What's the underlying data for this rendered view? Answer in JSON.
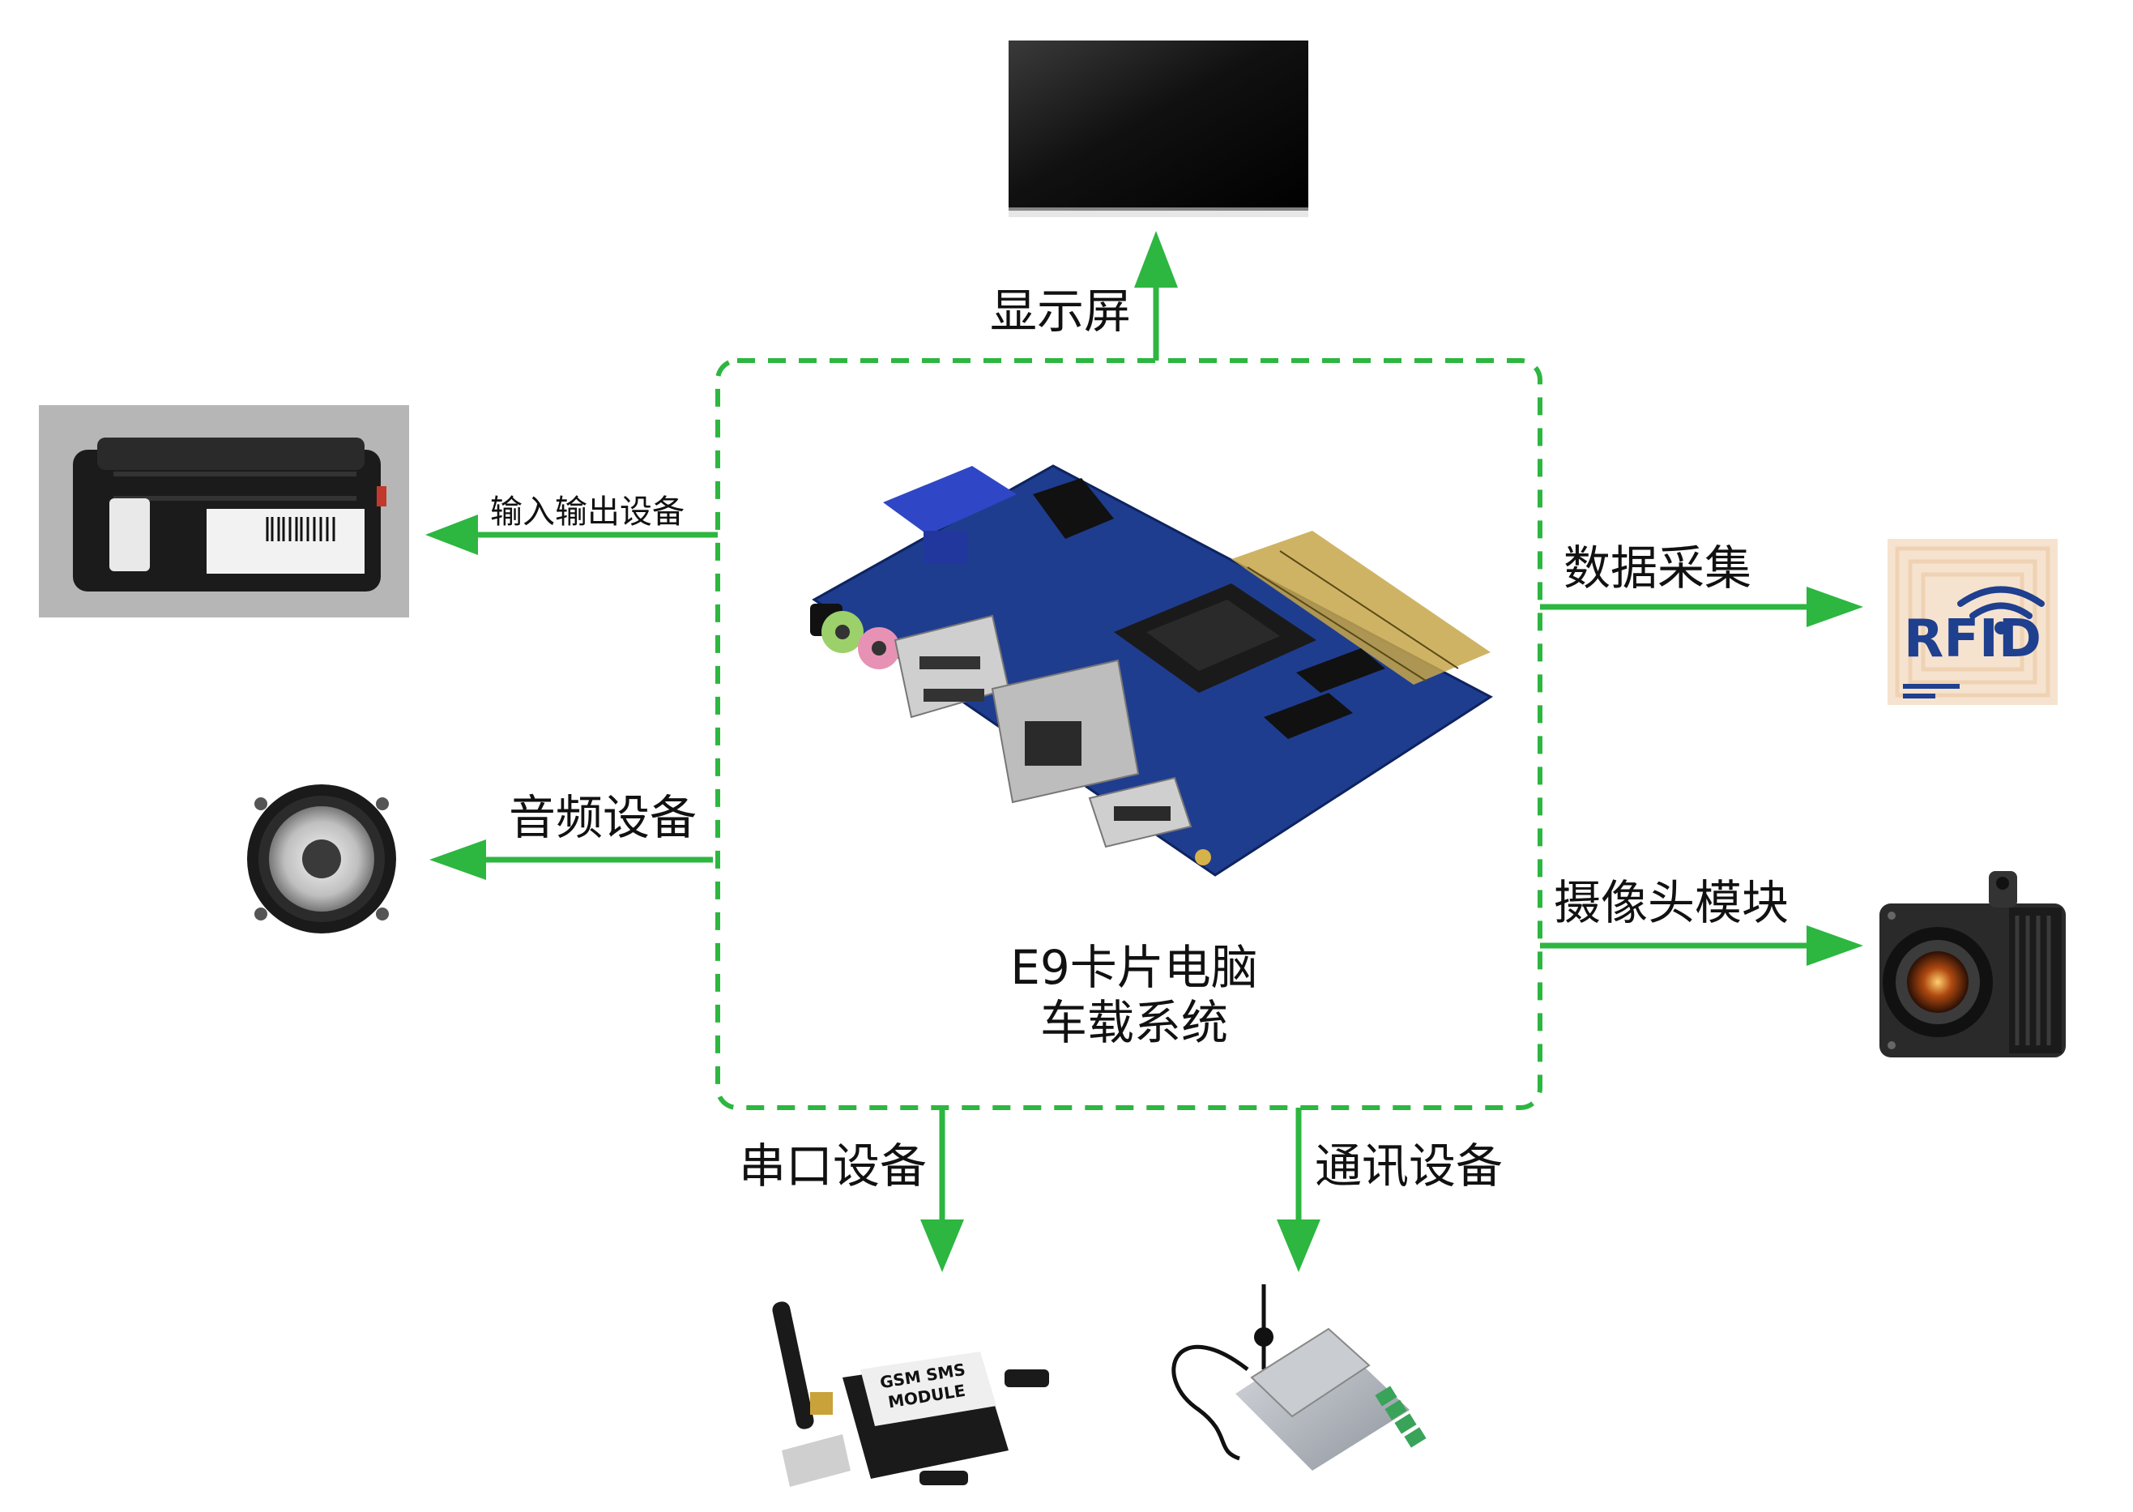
{
  "diagram": {
    "center": {
      "line1": "E9卡片电脑",
      "line2": "车载系统"
    },
    "labels": {
      "display": "显示屏",
      "io": "输入输出设备",
      "audio": "音频设备",
      "data_acq": "数据采集",
      "camera": "摄像头模块",
      "serial": "串口设备",
      "comm": "通讯设备"
    },
    "device_text": {
      "rfid": "RFID",
      "gsm_line1": "GSM SMS",
      "gsm_line2": "MODULE"
    },
    "colors": {
      "arrow": "#2db640",
      "border": "#2db640",
      "pcb": "#1f3d8f"
    }
  }
}
